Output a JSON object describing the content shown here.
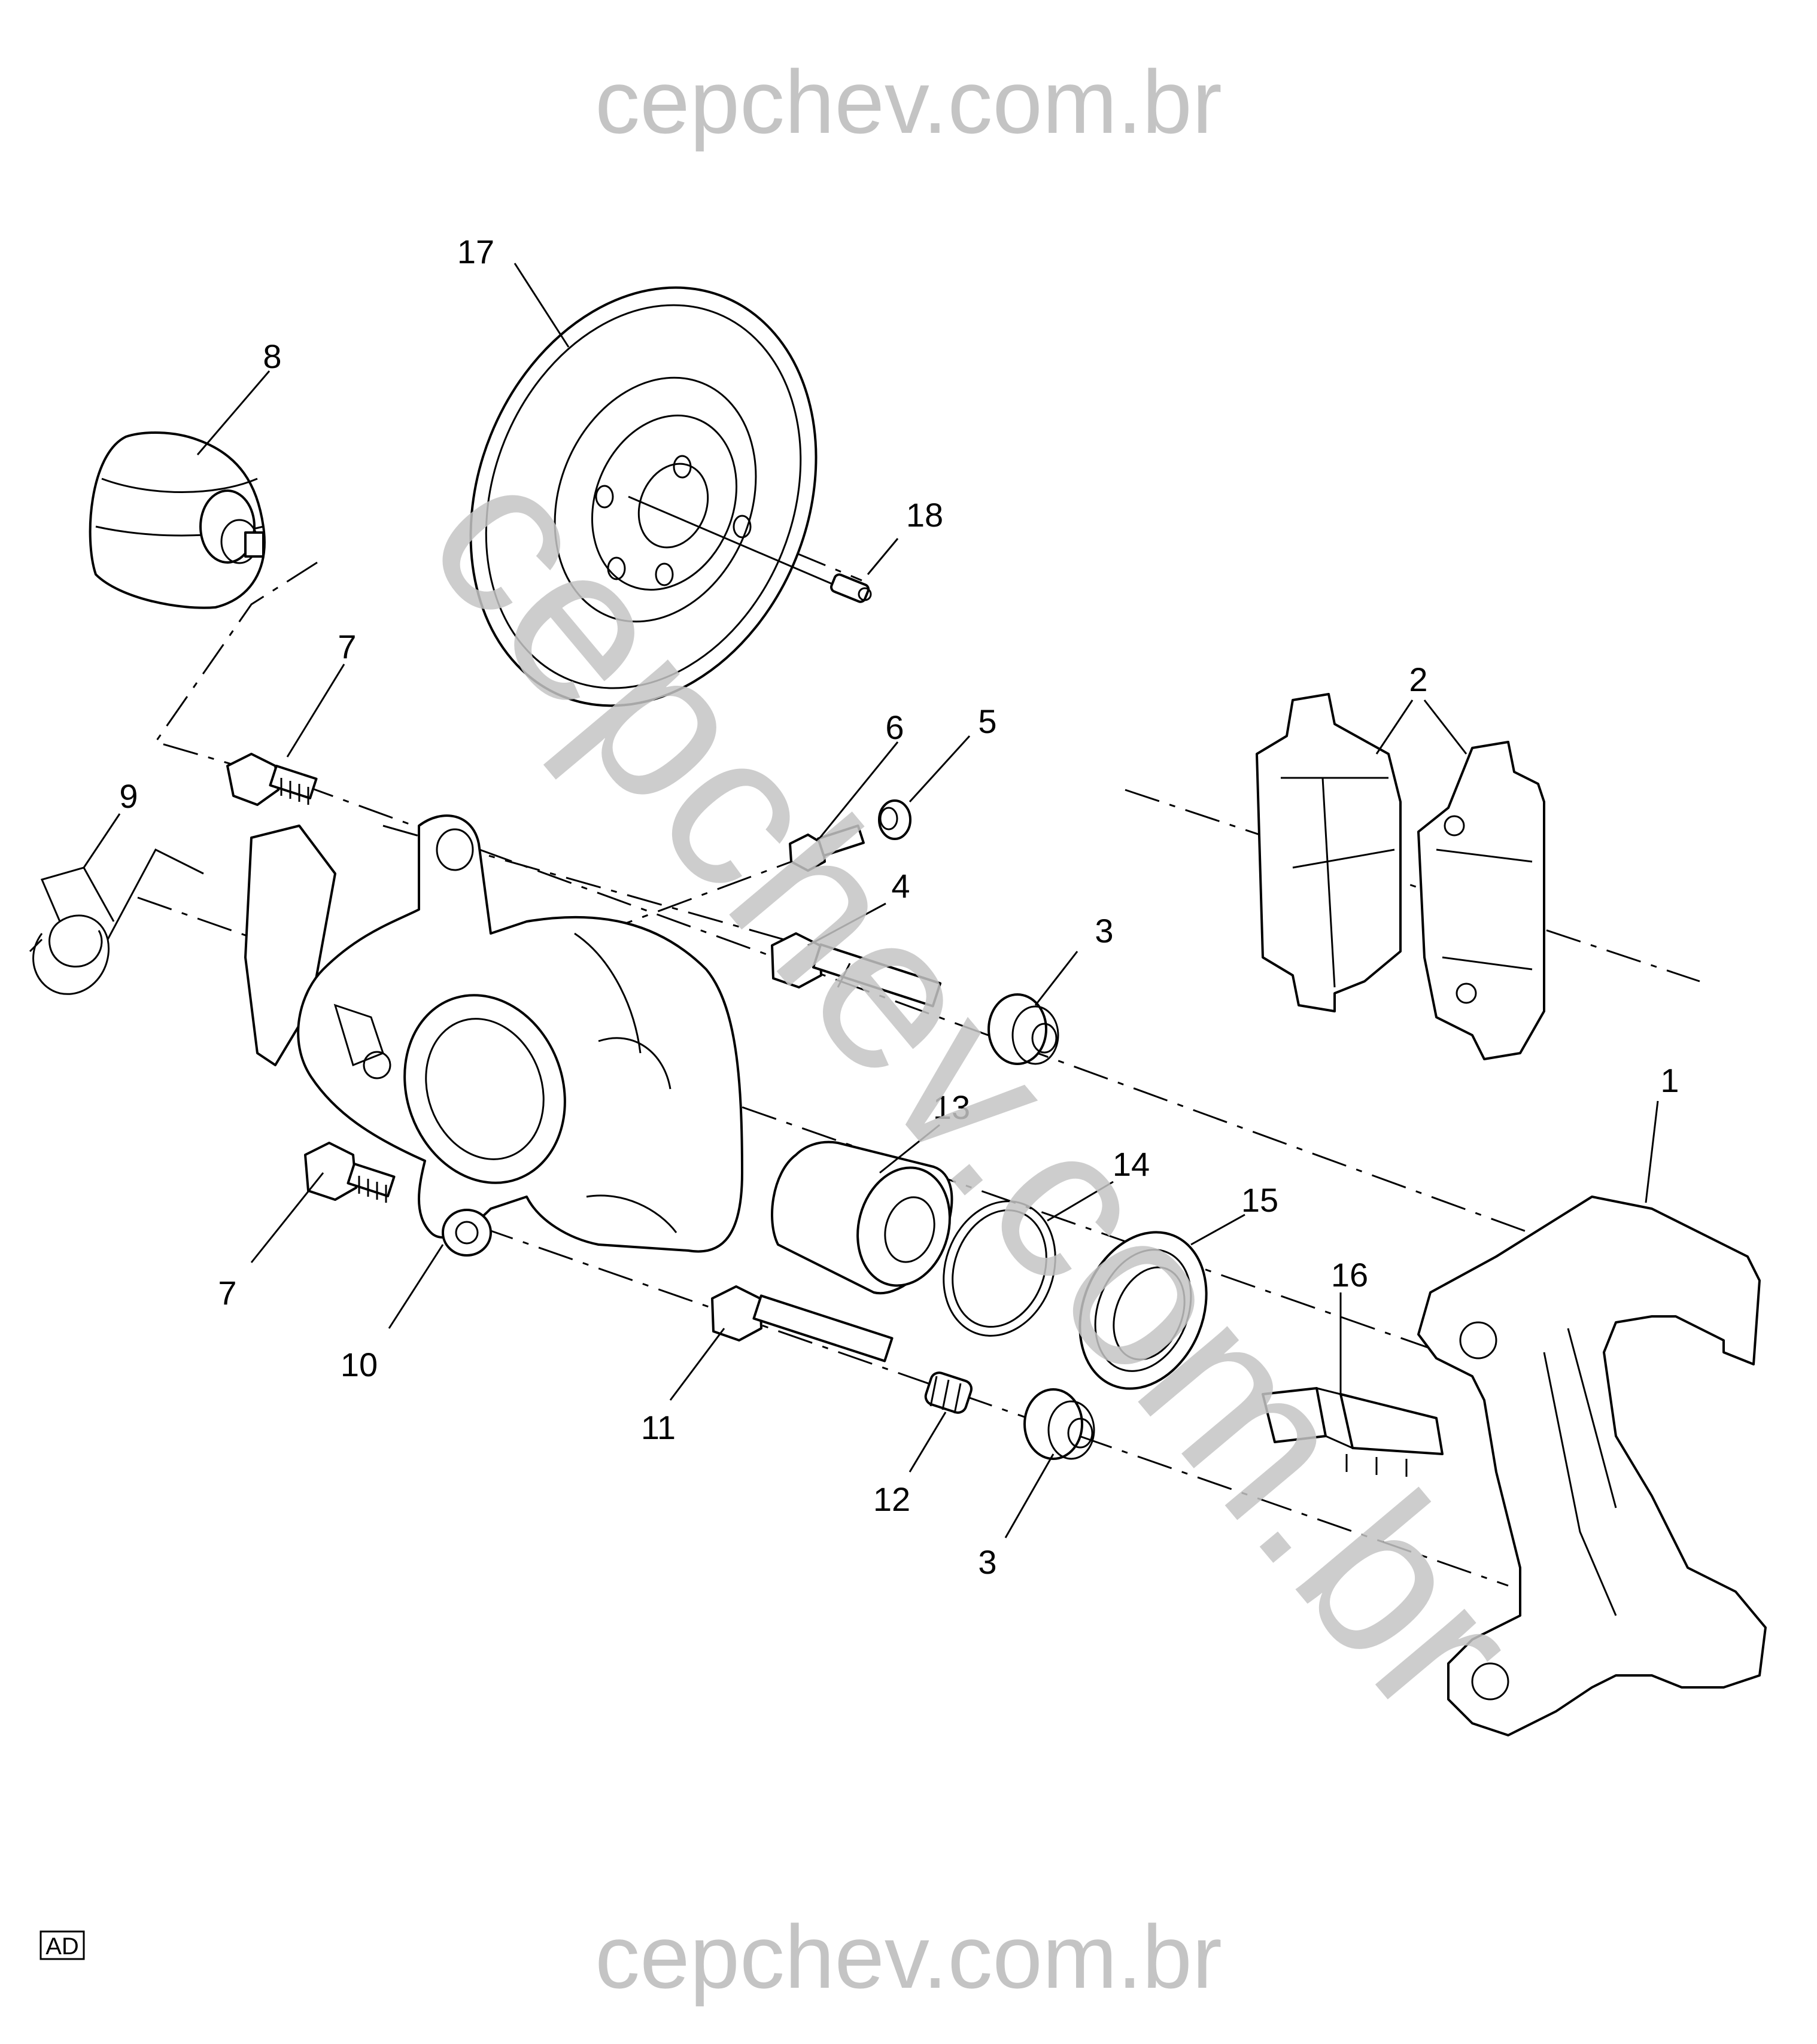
{
  "watermark": {
    "top": "cepchev.com.br",
    "diagonal": "cepchev.com.br",
    "bottom": "cepchev.com.br"
  },
  "badge": "AD",
  "callouts": {
    "c1": "1",
    "c2": "2",
    "c3a": "3",
    "c3b": "3",
    "c4": "4",
    "c5": "5",
    "c6": "6",
    "c7a": "7",
    "c7b": "7",
    "c8": "8",
    "c9": "9",
    "c10": "10",
    "c11": "11",
    "c12": "12",
    "c13": "13",
    "c14": "14",
    "c15": "15",
    "c16": "16",
    "c17": "17",
    "c18": "18"
  }
}
